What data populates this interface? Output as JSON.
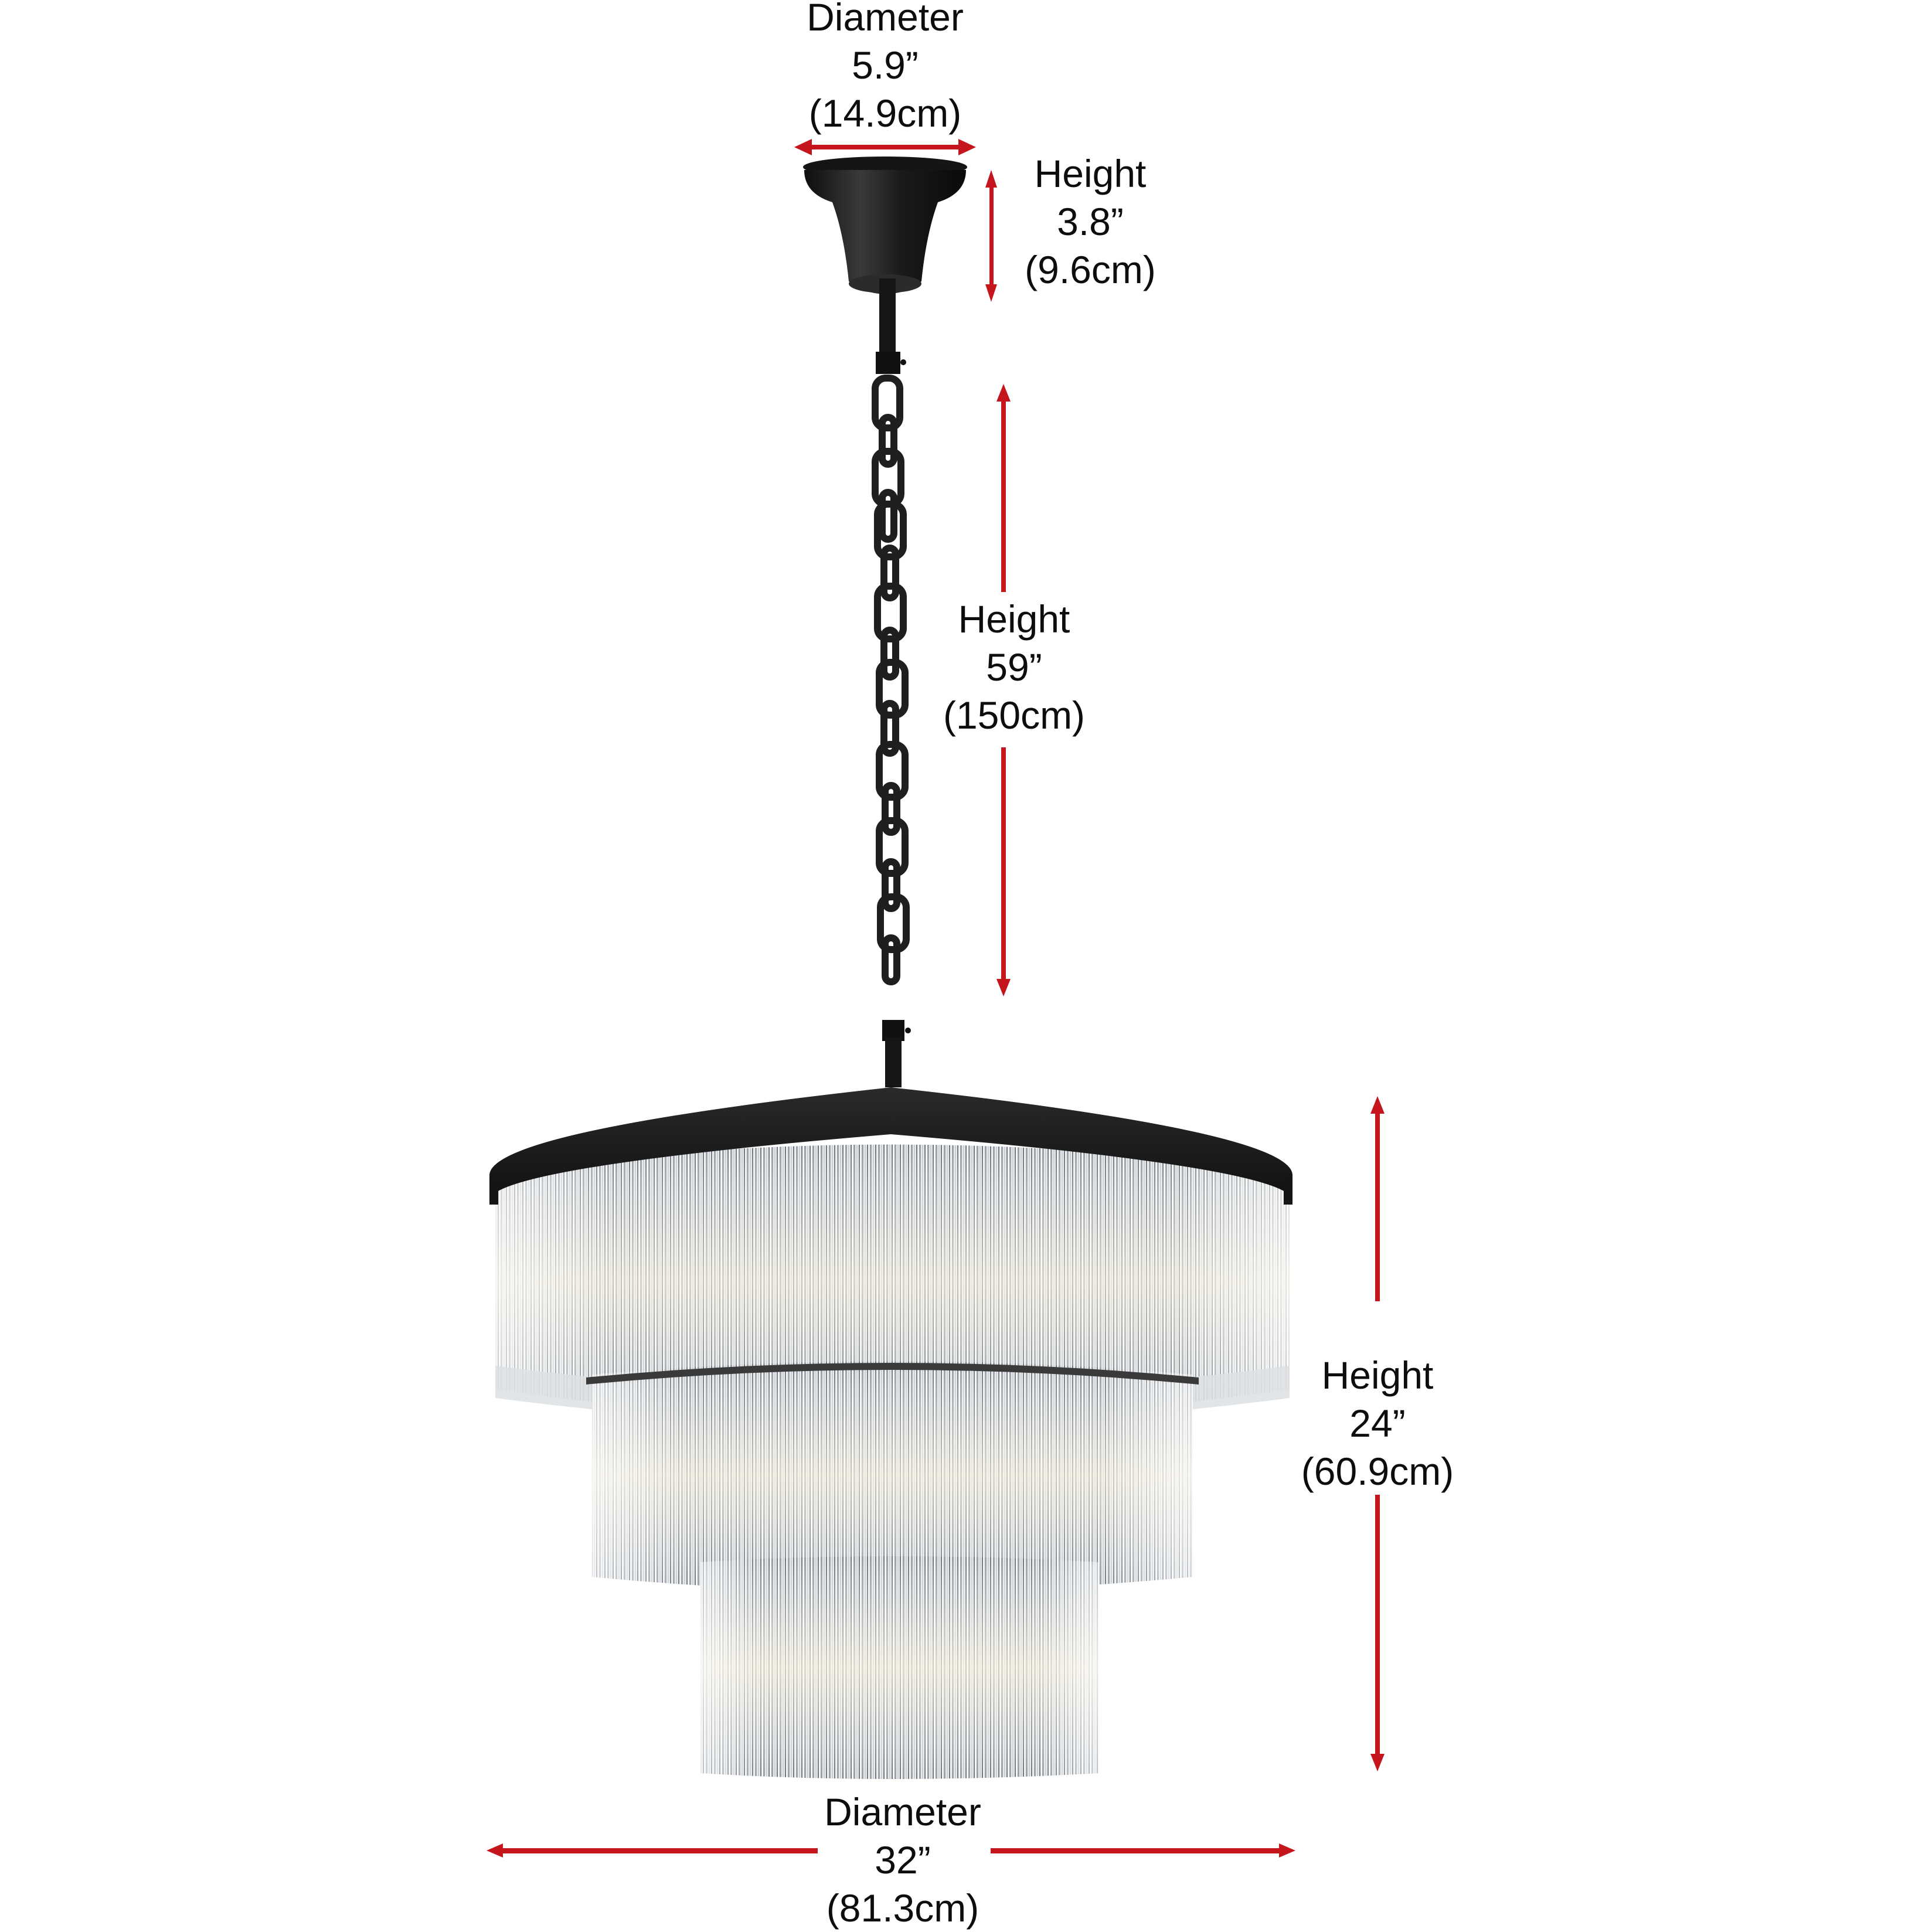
{
  "dimensions": {
    "canopy_diameter": {
      "title": "Diameter",
      "imperial": "5.9”",
      "metric": "(14.9cm)"
    },
    "canopy_height": {
      "title": "Height",
      "imperial": "3.8”",
      "metric": "(9.6cm)"
    },
    "chain_height": {
      "title": "Height",
      "imperial": "59”",
      "metric": "(150cm)"
    },
    "fixture_height": {
      "title": "Height",
      "imperial": "24”",
      "metric": "(60.9cm)"
    },
    "fixture_diameter": {
      "title": "Diameter",
      "imperial": "32”",
      "metric": "(81.3cm)"
    }
  },
  "colors": {
    "arrow": "#c4161c",
    "metal": "#1b1b1b",
    "glass": "#d9dde0",
    "background": "#ffffff",
    "text": "#0d0d0d"
  },
  "product": {
    "tiers": 3,
    "finish": "black",
    "material": "glass rods"
  }
}
